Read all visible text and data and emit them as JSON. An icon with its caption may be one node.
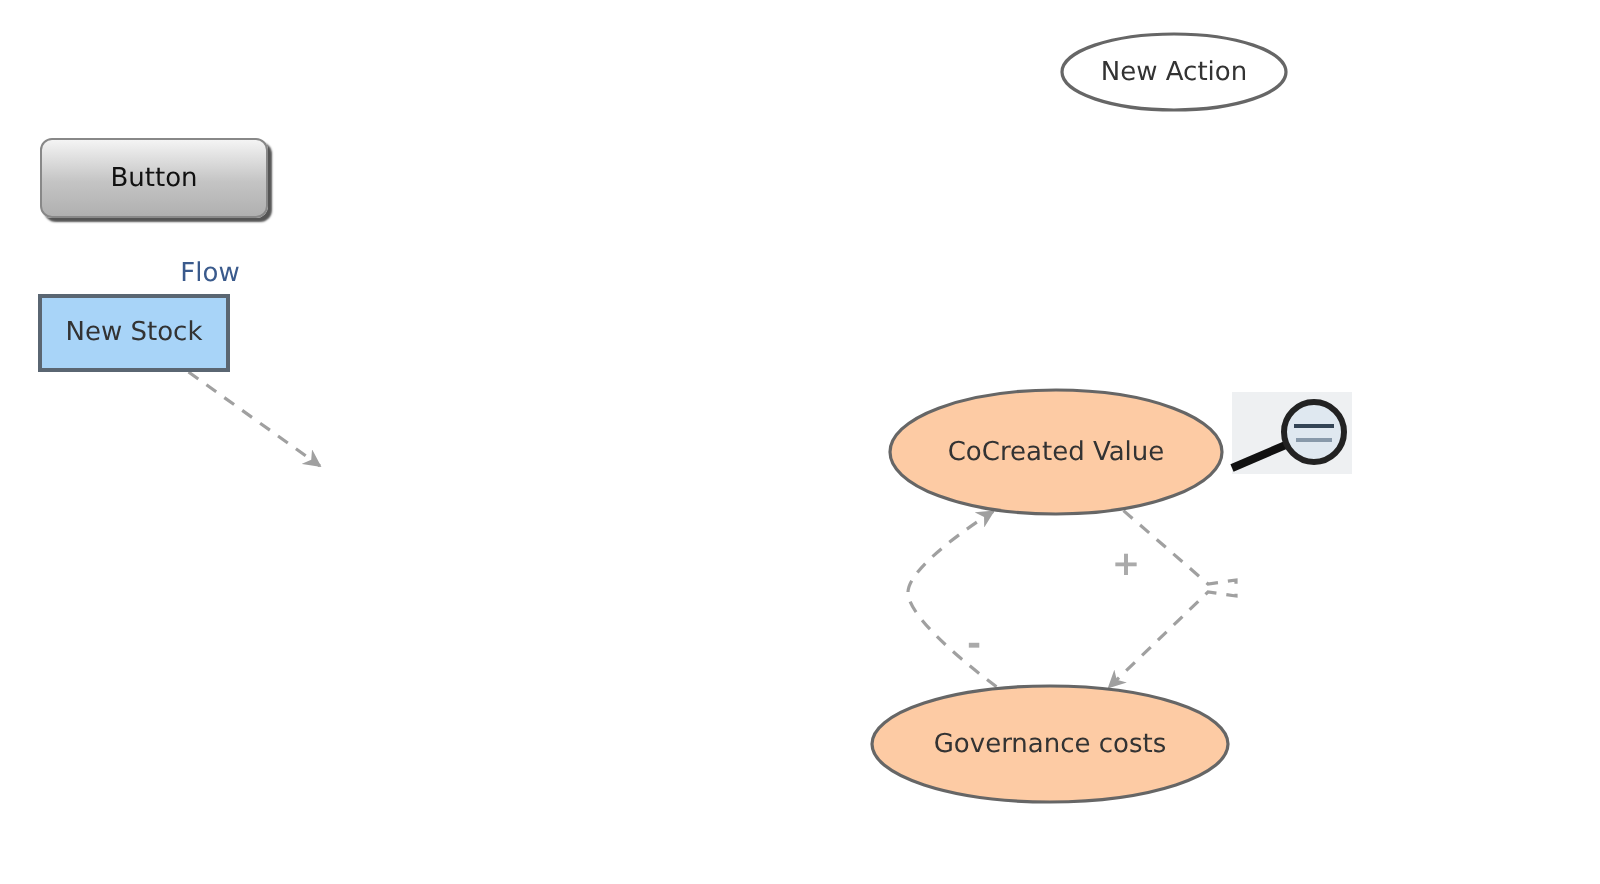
{
  "diagram": {
    "nodes": [
      {
        "text": [
          "New Action"
        ]
      },
      {
        "text": [
          "Button"
        ]
      },
      {
        "text": [
          "New Stock"
        ]
      },
      {
        "text": [
          "CoCreated Value"
        ]
      },
      {
        "text": [
          "Governance costs"
        ]
      }
    ],
    "edges": [
      {
        "from": 2,
        "to": null,
        "arrow": "to",
        "style": "dashed"
      },
      {
        "from": 3,
        "to": 4,
        "arrow": "to",
        "style": "dashed",
        "label": "+"
      },
      {
        "from": 4,
        "to": 3,
        "arrow": "to",
        "style": "dashed",
        "label": "-"
      }
    ],
    "labels": [
      "Flow"
    ]
  }
}
